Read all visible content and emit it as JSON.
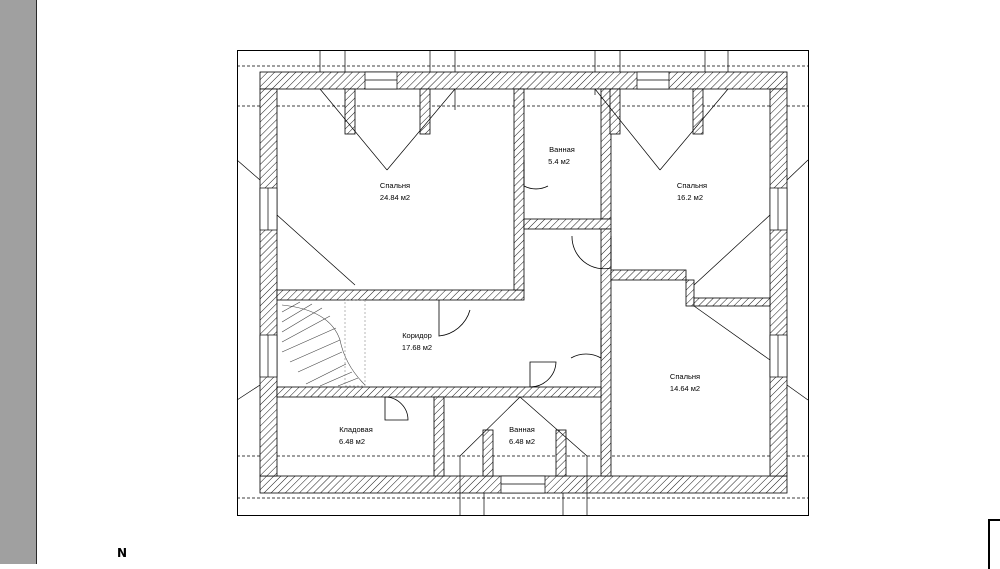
{
  "plan": {
    "rooms": [
      {
        "name": "Спальня",
        "area": "24.84 м2"
      },
      {
        "name": "Ванная",
        "area": "5.4 м2"
      },
      {
        "name": "Спальня",
        "area": "16.2 м2"
      },
      {
        "name": "Коридор",
        "area": "17.68 м2"
      },
      {
        "name": "Спальня",
        "area": "14.64 м2"
      },
      {
        "name": "Кладовая",
        "area": "6.48 м2"
      },
      {
        "name": "Ванная",
        "area": "6.48 м2"
      }
    ]
  },
  "ui": {
    "north_marker": "N"
  },
  "colors": {
    "sidebar": "#a0a0a0",
    "wall_hatch": "#000000",
    "background": "#ffffff"
  }
}
